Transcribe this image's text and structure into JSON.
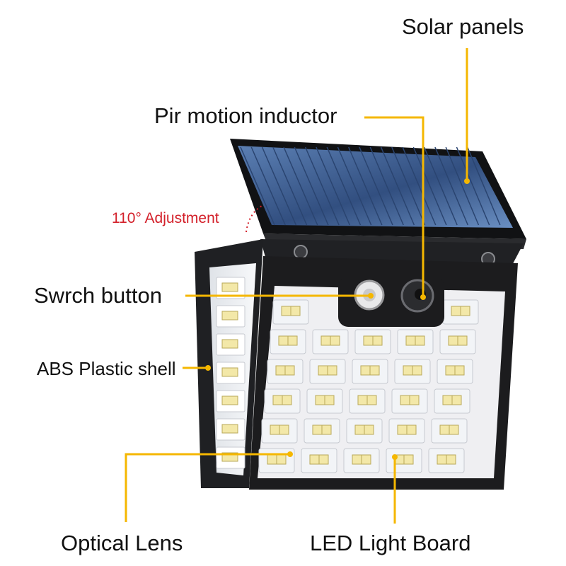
{
  "labels": {
    "solar_panels": "Solar panels",
    "pir_motion_inductor": "Pir motion inductor",
    "adjustment": "110° Adjustment",
    "switch_button": "Swrch button",
    "abs_shell": "ABS Plastic shell",
    "optical_lens": "Optical Lens",
    "led_board": "LED Light Board"
  },
  "colors": {
    "leader_line": "#f5b700",
    "adjustment_text": "#d3202a",
    "housing": "#1c1c1e",
    "solar_cell": "#3f5f8f",
    "led_chip": "#f3e8a8",
    "reflector": "#f2f4f7"
  },
  "led_grid": {
    "rows": 6,
    "columns": 5
  }
}
